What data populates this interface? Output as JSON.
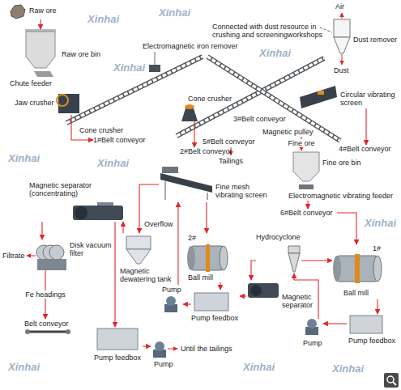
{
  "diagram": {
    "nodes": [
      {
        "text": [
          "Raw ore"
        ]
      },
      {
        "text": [
          "Raw ore bin"
        ]
      },
      {
        "text": [
          "Chute feeder"
        ]
      },
      {
        "text": [
          "Jaw crusher"
        ]
      },
      {
        "text": [
          "Electromagnetic iron remover"
        ]
      },
      {
        "text": [
          "1#Belt conveyor"
        ]
      },
      {
        "text": [
          "Cone crusher"
        ]
      },
      {
        "text": [
          "2#Belt conveyor"
        ]
      },
      {
        "text": [
          "3#Belt conveyor"
        ]
      },
      {
        "text": [
          "Dust remover"
        ]
      },
      {
        "text": [
          "Circular vibrating screen"
        ]
      },
      {
        "text": [
          "Magnetic pulley"
        ]
      },
      {
        "text": [
          "5#Belt conveyor"
        ]
      },
      {
        "text": [
          "4#Belt conveyor"
        ]
      },
      {
        "text": [
          "Fine ore bin"
        ]
      },
      {
        "text": [
          "Electromagnetic vibrating feeder"
        ]
      },
      {
        "text": [
          "6#Belt conveyor"
        ]
      },
      {
        "text": [
          "Magnetic separator (concentrating)"
        ]
      },
      {
        "text": [
          "Fine mesh vibrating screen"
        ]
      },
      {
        "text": [
          "Disk vacuum filter"
        ]
      },
      {
        "text": [
          "Magnetic dewatering tank"
        ]
      },
      {
        "text": [
          "2#",
          "Ball mill"
        ]
      },
      {
        "text": [
          "Hydrocyclone"
        ]
      },
      {
        "text": [
          "Magnetic separator"
        ]
      },
      {
        "text": [
          "1#",
          "Ball mill"
        ]
      },
      {
        "text": [
          "Pump feedbox"
        ]
      },
      {
        "text": [
          "Pump"
        ]
      },
      {
        "text": [
          "Pump"
        ]
      },
      {
        "text": [
          "Pump feedbox"
        ]
      },
      {
        "text": [
          "Belt conveyor"
        ]
      },
      {
        "text": [
          "Pump feedbox"
        ]
      },
      {
        "text": [
          "Pump"
        ]
      }
    ],
    "edges": [
      {
        "from": 0,
        "to": 1,
        "arrow": "to"
      },
      {
        "from": 3,
        "to": 5,
        "arrow": "to"
      },
      {
        "from": 6,
        "to": 7,
        "arrow": "to"
      },
      {
        "from": 10,
        "to": 13,
        "arrow": "to"
      },
      {
        "from": 11,
        "to": 14,
        "label": "Fine ore",
        "arrow": "to"
      },
      {
        "from": 15,
        "to": 16,
        "arrow": "to"
      },
      {
        "from": 16,
        "to": 24,
        "arrow": "to"
      },
      {
        "from": 24,
        "to": 28,
        "arrow": "to"
      },
      {
        "from": 28,
        "to": 27,
        "arrow": "to"
      },
      {
        "from": 27,
        "to": 22,
        "arrow": "to"
      },
      {
        "from": 22,
        "to": 24,
        "arrow": "to"
      },
      {
        "from": 22,
        "to": 23,
        "arrow": "to"
      },
      {
        "from": 23,
        "to": 25,
        "arrow": "to"
      },
      {
        "from": 25,
        "to": 26,
        "arrow": "to"
      },
      {
        "from": 26,
        "to": 18,
        "arrow": "to"
      },
      {
        "from": 18,
        "to": 21,
        "arrow": "to"
      },
      {
        "from": 21,
        "to": 25,
        "arrow": "to"
      },
      {
        "from": 18,
        "to": 20,
        "arrow": "to"
      },
      {
        "from": 20,
        "to": 17,
        "arrow": "to"
      },
      {
        "from": 17,
        "to": 19,
        "arrow": "to"
      },
      {
        "from": 19,
        "to": 29,
        "label": "Fe headings",
        "arrow": "to"
      },
      {
        "from": 17,
        "to": 30,
        "arrow": "to"
      },
      {
        "from": 30,
        "to": 31,
        "arrow": "to"
      }
    ],
    "labels": [
      "Cone crusher",
      "Connected with dust resource in crushing and screeningworkshops",
      "Air",
      "Dust",
      "Tailings",
      "Filtrate",
      "Overflow",
      "Until the tailings",
      "Xinhai",
      "Xinhai",
      "Xinhai",
      "Xinhai",
      "Xinhai",
      "Xinhai",
      "Xinhai",
      "Xinhai",
      "Xinhai",
      "Xinhai"
    ]
  }
}
